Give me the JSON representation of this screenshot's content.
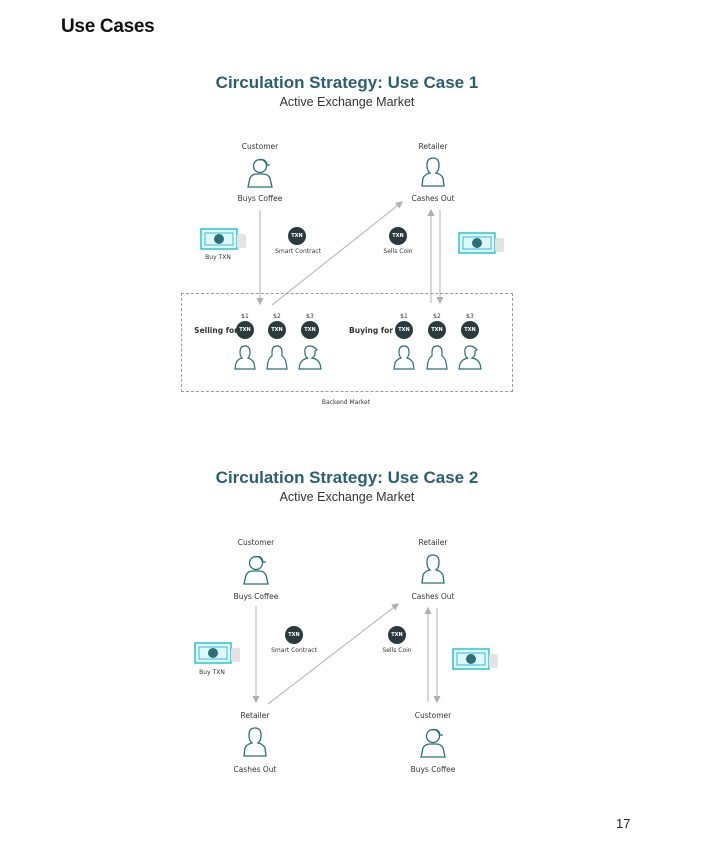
{
  "page": {
    "heading": "Use Cases",
    "page_number": "17"
  },
  "case1": {
    "title": "Circulation Strategy: Use Case 1",
    "subtitle": "Active Exchange Market",
    "customer": {
      "role": "Customer",
      "action": "Buys Coffee"
    },
    "retailer": {
      "role": "Retailer",
      "action": "Cashes Out"
    },
    "buy_txn": "Buy TXN",
    "smart_contract": "Smart Contract",
    "sells_coin": "Sells Coin",
    "coin_label": "TXN",
    "selling_for": "Selling for",
    "buying_for": "Buying for",
    "prices": [
      "$1",
      "$2",
      "$3"
    ],
    "backend_market": "Backend Market"
  },
  "case2": {
    "title": "Circulation Strategy: Use Case 2",
    "subtitle": "Active Exchange Market",
    "customer_top": {
      "role": "Customer",
      "action": "Buys Coffee"
    },
    "retailer_top": {
      "role": "Retailer",
      "action": "Cashes Out"
    },
    "retailer_bottom": {
      "role": "Retailer",
      "action": "Cashes Out"
    },
    "customer_bottom": {
      "role": "Customer",
      "action": "Buys Coffee"
    },
    "buy_txn": "Buy TXN",
    "smart_contract": "Smart Contract",
    "sells_coin": "Sells Coin",
    "coin_label": "TXN"
  },
  "colors": {
    "title": "#2a5f72",
    "accent": "#2ec4c9",
    "coin": "#2b3a3f",
    "icon_stroke": "#2b6f78"
  }
}
